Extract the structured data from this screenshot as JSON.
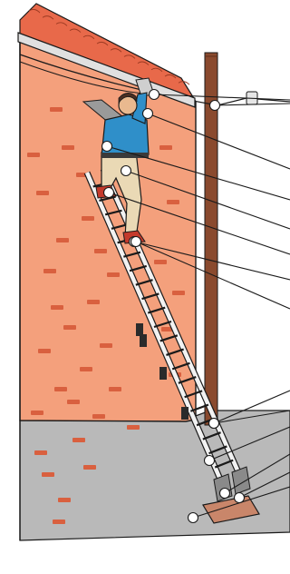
{
  "figure": {
    "kind": "ladder-safety-illustration",
    "colors": {
      "wall": "#f4a07c",
      "wall_outline": "#1a1a1a",
      "brick": "#d9603f",
      "roof_tile": "#e8694a",
      "gutter": "#e0e0e0",
      "pole": "#8a4a2e",
      "ground": "#b9b9b9",
      "ladder": "#f2f2f2",
      "shirt": "#2f8fc9",
      "pants": "#ead9b5",
      "boot": "#c43a2c",
      "footing_block": "#c9866a",
      "callout_line": "#1a1a1a",
      "callout_dot": "#ffffff"
    },
    "callout_count": 14,
    "callout_dot_icon": "circle-marker",
    "labels": []
  }
}
